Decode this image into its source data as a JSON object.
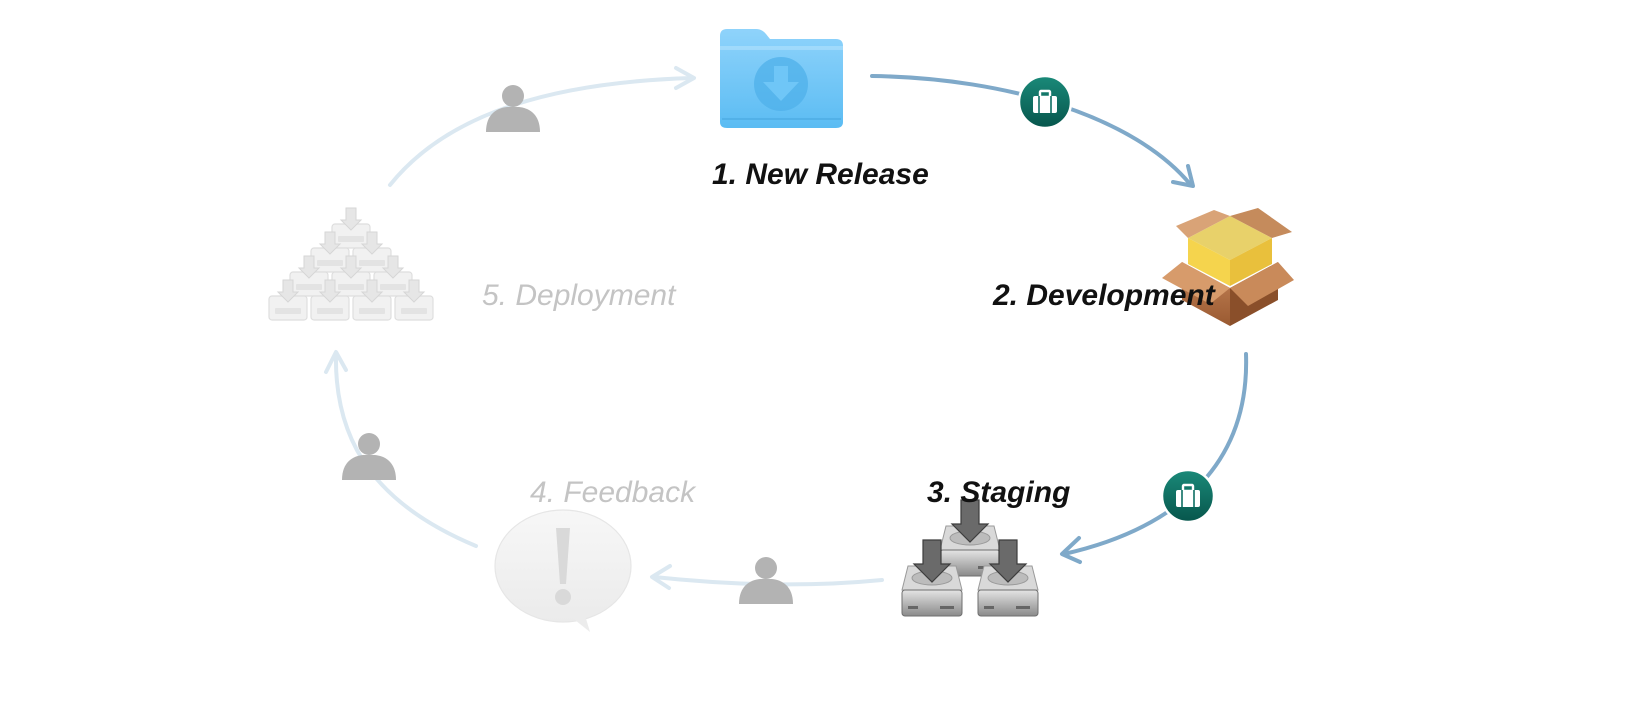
{
  "stages": [
    {
      "label": "1. New Release",
      "state": "active",
      "icon": "download-folder-icon"
    },
    {
      "label": "2. Development",
      "state": "active",
      "icon": "package-box-icon"
    },
    {
      "label": "3. Staging",
      "state": "active",
      "icon": "hard-drives-icon"
    },
    {
      "label": "4. Feedback",
      "state": "inactive",
      "icon": "exclamation-bubble-icon"
    },
    {
      "label": "5. Deployment",
      "state": "inactive",
      "icon": "server-pyramid-icon"
    }
  ],
  "connectors": [
    {
      "from": "1. New Release",
      "to": "2. Development",
      "badge": "briefcase-icon",
      "state": "active"
    },
    {
      "from": "2. Development",
      "to": "3. Staging",
      "badge": "briefcase-icon",
      "state": "active"
    },
    {
      "from": "3. Staging",
      "to": "4. Feedback",
      "badge": "person-icon",
      "state": "inactive"
    },
    {
      "from": "4. Feedback",
      "to": "5. Deployment",
      "badge": "person-icon",
      "state": "inactive"
    },
    {
      "from": "5. Deployment",
      "to": "1. New Release",
      "badge": "person-icon",
      "state": "inactive"
    }
  ],
  "colors": {
    "active_arrow": "#7fa9c9",
    "inactive_arrow": "#dbe8f1",
    "badge_fill": "#0e6e62",
    "person_icon": "#b3b3b3",
    "active_text": "#111111",
    "inactive_text": "#c4c4c4"
  }
}
